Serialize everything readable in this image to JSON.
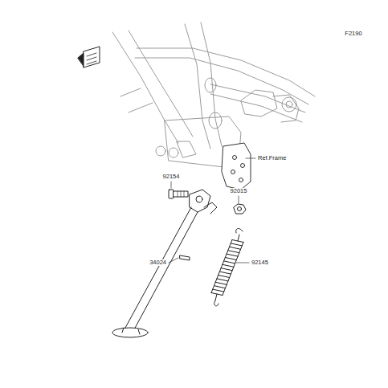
{
  "diagram": {
    "labels": [
      "F2190",
      "Ref.Frame",
      "92154",
      "92015",
      "34024",
      "92145"
    ]
  }
}
